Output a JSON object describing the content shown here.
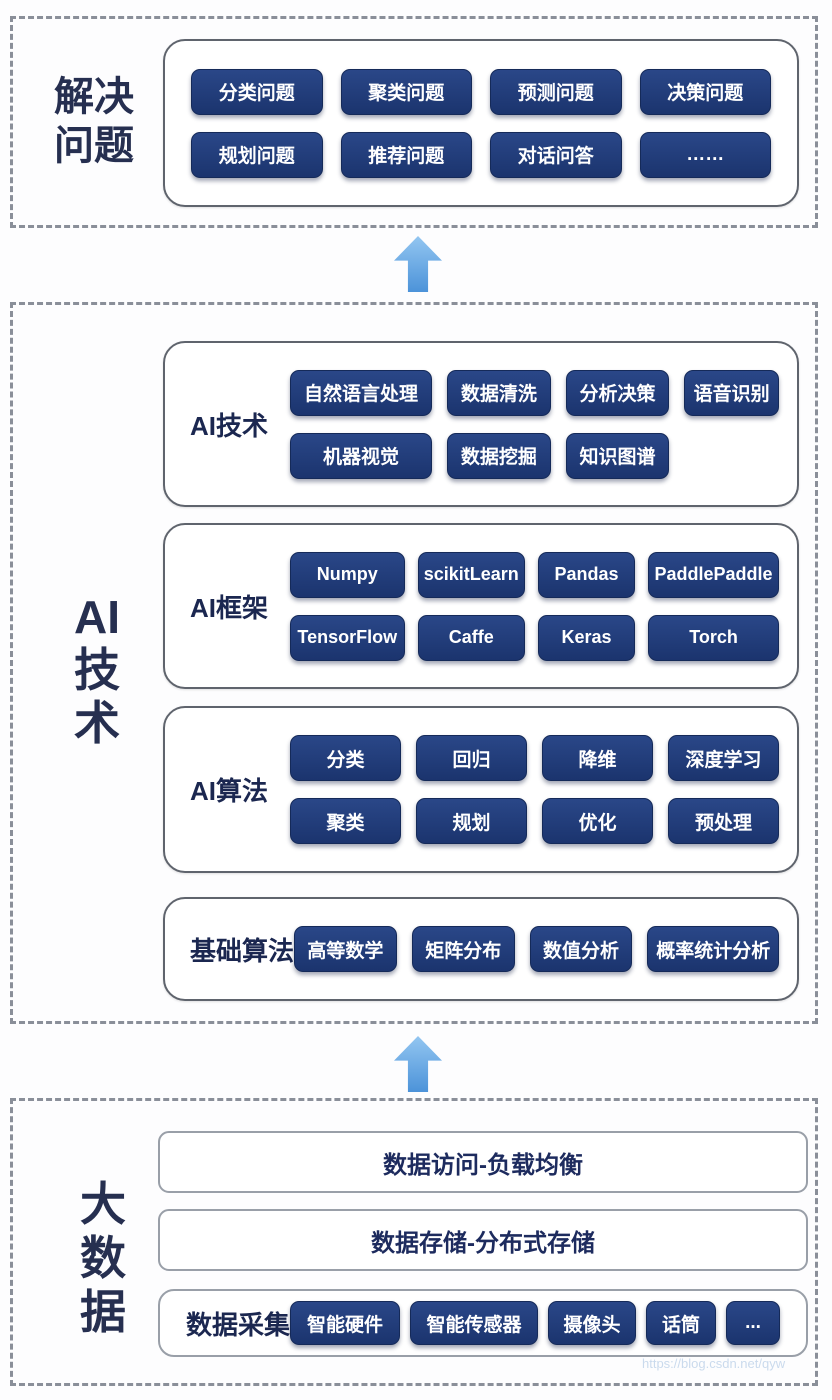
{
  "colors": {
    "button_navy": "#1e3a78",
    "arrow_blue": "#5b9ddd",
    "label_ink": "#262f50"
  },
  "solve": {
    "label_lines": [
      "解决",
      "问题"
    ],
    "buttons": [
      "分类问题",
      "聚类问题",
      "预测问题",
      "决策问题",
      "规划问题",
      "推荐问题",
      "对话问答",
      "……"
    ]
  },
  "ai": {
    "label_chars": [
      "AI",
      "技",
      "术"
    ],
    "tech": {
      "label": "AI技术",
      "buttons": [
        "自然语言处理",
        "数据清洗",
        "分析决策",
        "语音识别",
        "机器视觉",
        "数据挖掘",
        "知识图谱"
      ]
    },
    "framework": {
      "label": "AI框架",
      "buttons": [
        "Numpy",
        "scikitLearn",
        "Pandas",
        "PaddlePaddle",
        "TensorFlow",
        "Caffe",
        "Keras",
        "Torch"
      ]
    },
    "algorithm": {
      "label": "AI算法",
      "buttons": [
        "分类",
        "回归",
        "降维",
        "深度学习",
        "聚类",
        "规划",
        "优化",
        "预处理"
      ]
    },
    "basic": {
      "label": "基础算法",
      "buttons": [
        "高等数学",
        "矩阵分布",
        "数值分析",
        "概率统计分析"
      ]
    }
  },
  "bigdata": {
    "label_chars": [
      "大",
      "数",
      "据"
    ],
    "bars": [
      "数据访问-负载均衡",
      "数据存储-分布式存储"
    ],
    "collect": {
      "label": "数据采集",
      "buttons": [
        "智能硬件",
        "智能传感器",
        "摄像头",
        "话筒",
        "..."
      ]
    }
  },
  "watermark": {
    "text": "https://blog.csdn.net/qyw"
  }
}
